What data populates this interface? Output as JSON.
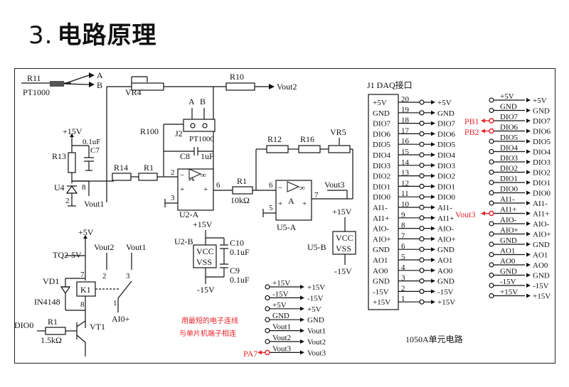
{
  "page": {
    "title_number": "3.",
    "title_text": "电路原理"
  },
  "labels": {
    "r11": "R11",
    "pt1000_top": "PT1000",
    "a": "A",
    "b": "B",
    "vr4": "VR4",
    "r10": "R10",
    "vout2_out": "Vout2",
    "plus15v_left": "+15V",
    "c7_val": "0.1uF",
    "c7": "C7",
    "r13": "R13",
    "u4": "U4",
    "u4_pin8": "8",
    "u4_pin2": "2",
    "vout1_u4": "Vout1",
    "r100": "R100",
    "j2": "J2",
    "j2_a": "A",
    "j2_b": "B",
    "pt1000_j2": "PT1000",
    "c8": "C8",
    "c8_val": "1uF",
    "r14": "R14",
    "r1_a": "R1",
    "u2a_p2": "2",
    "u2a_p3": "3",
    "u2a_p6": "6",
    "u2a_a": "A",
    "u2a": "U2-A",
    "r1_b": "R1",
    "r1_b_val": "10kΩ",
    "r12": "R12",
    "r16": "R16",
    "vr5": "VR5",
    "vout3_u5": "Vout3",
    "u5a_p6": "6",
    "u5a_p5": "5",
    "u5a_p7": "7",
    "u5a_a": "A",
    "u5a": "U5-A",
    "u2b_plus15": "+15V",
    "u2b": "U2-B",
    "u2b_vcc": "VCC",
    "u2b_vss": "VSS",
    "u2b_minus15": "-15V",
    "c10": "C10",
    "c10_val": "0.1uF",
    "c9": "C9",
    "c9_val": "0.1uF",
    "u5b_plus15": "+15V",
    "u5b": "U5-B",
    "u5b_vcc": "VCC",
    "u5b_vss": "VSS",
    "u5b_minus15": "-15V",
    "relay_plus5v": "+5V",
    "tq2": "TQ2-5V",
    "relay_vout2": "Vout2",
    "relay_vout1": "Vout1",
    "relay_p7": "7",
    "relay_p2": "2",
    "relay_p3": "3",
    "relay_p1": "1",
    "relay_p8": "8",
    "vd1": "VD1",
    "in4148": "IN4148",
    "k1": "K1",
    "ai0plus": "AI0+",
    "dio0": "DIO0",
    "r1_c": "R1",
    "r1_c_val": "1.5kΩ",
    "vt1": "VT1",
    "j1_title": "J1 DAQ接口",
    "bottom_label": "1050A单元电路",
    "note_line1": "用最短的电子连线",
    "note_line2": "与单片机端子相连",
    "pb1": "PB1",
    "pb2": "PB2",
    "vout3_red": "Vout3",
    "pa7": "PA7"
  },
  "daq_pins": [
    {
      "num": "20",
      "left": "+5V",
      "right": "+5V"
    },
    {
      "num": "19",
      "left": "GND",
      "right": "GND"
    },
    {
      "num": "18",
      "left": "DIO7",
      "right": "DIO7"
    },
    {
      "num": "17",
      "left": "DIO6",
      "right": "DIO6"
    },
    {
      "num": "16",
      "left": "DIO5",
      "right": "DIO5"
    },
    {
      "num": "15",
      "left": "DIO4",
      "right": "DIO4"
    },
    {
      "num": "14",
      "left": "DIO3",
      "right": "DIO3"
    },
    {
      "num": "13",
      "left": "DIO2",
      "right": "DIO2"
    },
    {
      "num": "12",
      "left": "DIO1",
      "right": "DIO1"
    },
    {
      "num": "11",
      "left": "DIO0",
      "right": "DIO0"
    },
    {
      "num": "10",
      "left": "AI1-",
      "right": "AI1-"
    },
    {
      "num": "9",
      "left": "AI1+",
      "right": "AI1+"
    },
    {
      "num": "8",
      "left": "AIO-",
      "right": "AIO-"
    },
    {
      "num": "7",
      "left": "AIO+",
      "right": "AIO+"
    },
    {
      "num": "6",
      "left": "GND",
      "right": "GND"
    },
    {
      "num": "5",
      "left": "AO1",
      "right": "AO1"
    },
    {
      "num": "4",
      "left": "AO0",
      "right": "AO0"
    },
    {
      "num": "3",
      "left": "GND",
      "right": "GND"
    },
    {
      "num": "2",
      "left": "-15V",
      "right": "-15V"
    },
    {
      "num": "1",
      "left": "+15V",
      "right": "+15V"
    }
  ],
  "right_terminals": [
    {
      "left": "+5V",
      "right": "+5V"
    },
    {
      "left": "GND",
      "right": "GND"
    },
    {
      "left": "DIO7",
      "right": "DIO7"
    },
    {
      "left": "DIO6",
      "right": "DIO6"
    },
    {
      "left": "DIO5",
      "right": "DIO5"
    },
    {
      "left": "DIO4",
      "right": "DIO4"
    },
    {
      "left": "DIO3",
      "right": "DIO3"
    },
    {
      "left": "DIO2",
      "right": "DIO2"
    },
    {
      "left": "DIO1",
      "right": "DIO1"
    },
    {
      "left": "DIO0",
      "right": "DIO0"
    },
    {
      "left": "AI1-",
      "right": "AI1-"
    },
    {
      "left": "AI1+",
      "right": "AI1+"
    },
    {
      "left": "AIO-",
      "right": "AIO-"
    },
    {
      "left": "AIO+",
      "right": "AIO+"
    },
    {
      "left": "GND",
      "right": "GND"
    },
    {
      "left": "AO1",
      "right": "AO1"
    },
    {
      "left": "AO0",
      "right": "AO0"
    },
    {
      "left": "GND",
      "right": "GND"
    },
    {
      "left": "-15V",
      "right": "-15V"
    },
    {
      "left": "+15V",
      "right": "+15V"
    }
  ],
  "bottom_terminals": [
    {
      "left": "+15V",
      "right": "+15V"
    },
    {
      "left": "-15V",
      "right": "-15V"
    },
    {
      "left": "+5V",
      "right": "+5V"
    },
    {
      "left": "GND",
      "right": "GND"
    },
    {
      "left": "Vout1",
      "right": "Vout1"
    },
    {
      "left": "Vout2",
      "right": "Vout2"
    },
    {
      "left": "Vout3",
      "right": "Vout3"
    }
  ]
}
